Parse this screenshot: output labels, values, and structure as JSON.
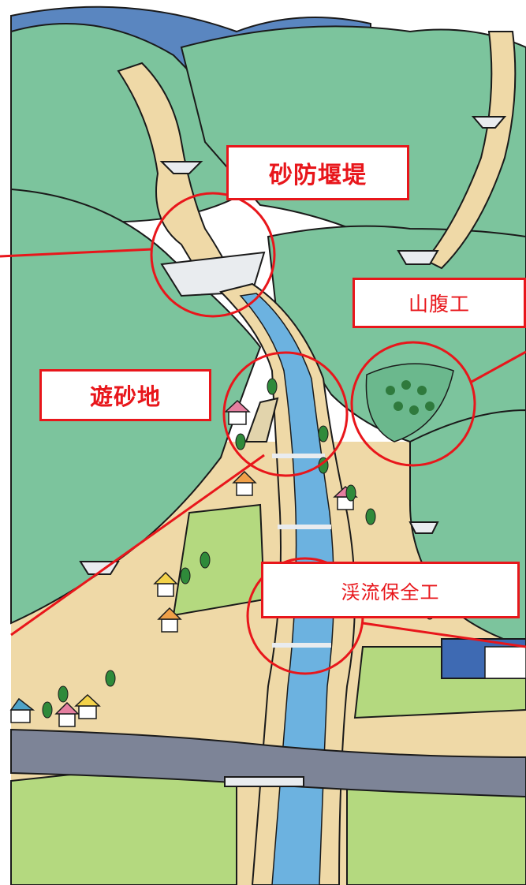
{
  "labels": {
    "sabo_dam": "砂防堰堤",
    "sand_basin": "遊砂地",
    "hillside_works": "山腹工",
    "stream_conservation": "渓流保全工"
  },
  "colors": {
    "hill_green": "#7cc49d",
    "hill_outline": "#1a1a1a",
    "far_mountain": "#5a86c0",
    "sky": "#ffffff",
    "sediment": "#efd9a7",
    "river": "#6cb2e0",
    "road": "#7d8497",
    "field": "#b4d97f",
    "highlight_red": "#e8161b"
  }
}
